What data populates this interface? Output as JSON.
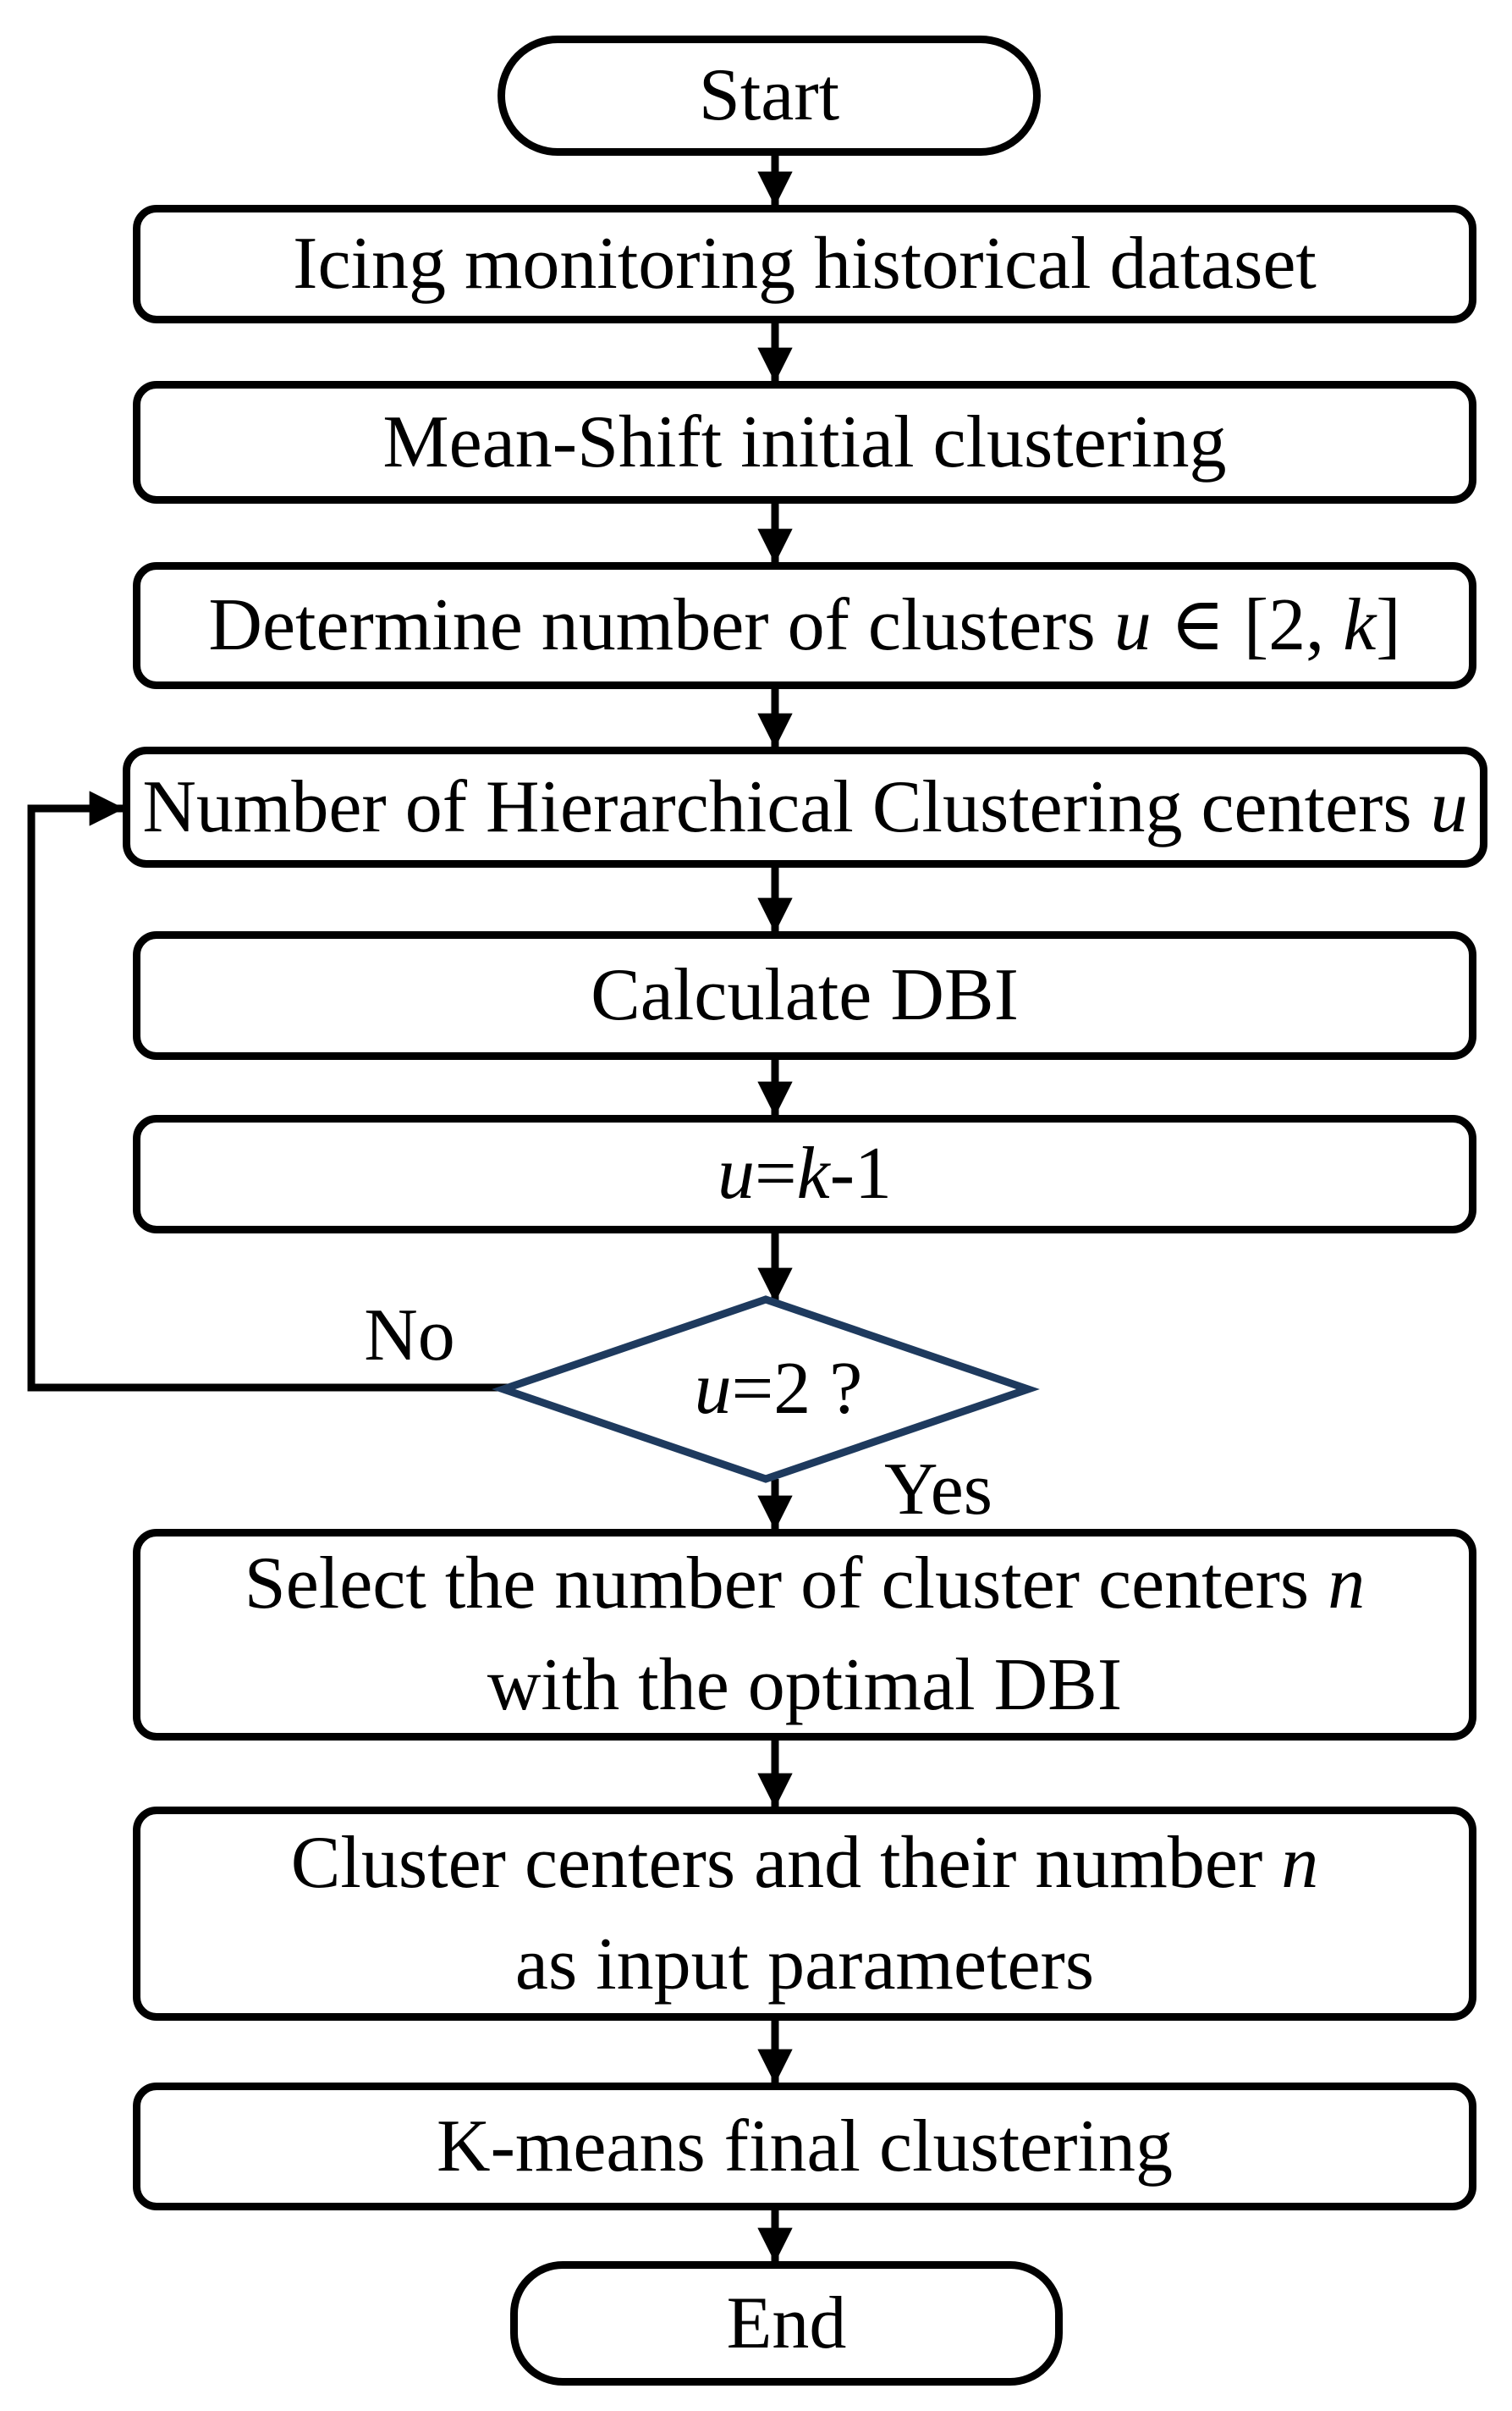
{
  "figure": {
    "type": "flowchart",
    "colors": {
      "background": "#ffffff",
      "node_border": "#000000",
      "decision_border": "#1e3a5e",
      "text": "#000000"
    },
    "nodes": {
      "start": {
        "shape": "terminator",
        "runs": [
          {
            "t": "Start"
          }
        ]
      },
      "dataset": {
        "shape": "process",
        "runs": [
          {
            "t": "Icing monitoring historical dataset"
          }
        ]
      },
      "mean_shift": {
        "shape": "process",
        "runs": [
          {
            "t": "Mean-Shift initial clustering"
          }
        ]
      },
      "determine": {
        "shape": "process",
        "runs": [
          {
            "t": "Determine number of clusters "
          },
          {
            "t": "u",
            "i": true
          },
          {
            "t": " ∈ [2, "
          },
          {
            "t": "k",
            "i": true
          },
          {
            "t": "]"
          }
        ]
      },
      "hierarchical": {
        "shape": "process",
        "runs": [
          {
            "t": "Number of Hierarchical Clustering centers "
          },
          {
            "t": "u",
            "i": true
          }
        ]
      },
      "calculate_dbi": {
        "shape": "process",
        "runs": [
          {
            "t": "Calculate DBI"
          }
        ]
      },
      "decrement": {
        "shape": "process",
        "runs": [
          {
            "t": "u",
            "i": true
          },
          {
            "t": "="
          },
          {
            "t": "k",
            "i": true
          },
          {
            "t": "-1"
          }
        ]
      },
      "decision": {
        "shape": "decision",
        "runs": [
          {
            "t": "u",
            "i": true
          },
          {
            "t": "=2 ?"
          }
        ]
      },
      "select": {
        "shape": "process",
        "line1": [
          {
            "t": "Select the number of cluster centers "
          },
          {
            "t": "n",
            "i": true
          }
        ],
        "line2": [
          {
            "t": "with the optimal DBI"
          }
        ]
      },
      "parameters": {
        "shape": "process",
        "line1": [
          {
            "t": "Cluster centers and their number "
          },
          {
            "t": "n",
            "i": true
          }
        ],
        "line2": [
          {
            "t": "as input parameters"
          }
        ]
      },
      "kmeans": {
        "shape": "process",
        "runs": [
          {
            "t": "K-means final clustering"
          }
        ]
      },
      "end": {
        "shape": "terminator",
        "runs": [
          {
            "t": "End"
          }
        ]
      }
    },
    "edge_labels": {
      "no": "No",
      "yes": "Yes"
    }
  }
}
